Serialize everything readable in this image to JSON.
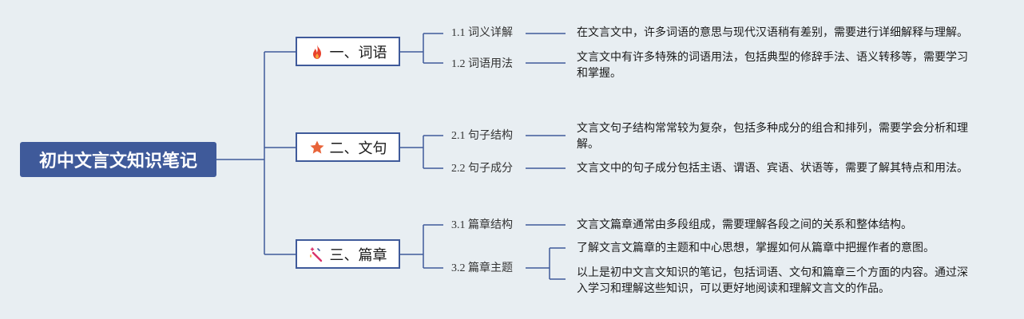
{
  "root": {
    "title": "初中文言文知识笔记"
  },
  "branches": [
    {
      "label": "一、词语",
      "icon": "fire-icon",
      "icon_color": "#e8412c",
      "subs": [
        {
          "label": "1.1 词义详解",
          "desc": [
            "在文言文中，许多词语的意思与现代汉语稍有差别，需要进行详细解释与理解。"
          ]
        },
        {
          "label": "1.2 词语用法",
          "desc": [
            "文言文中有许多特殊的词语用法，包括典型的修辞手法、语义转移等，需要学习和掌握。"
          ]
        }
      ]
    },
    {
      "label": "二、文句",
      "icon": "star-icon",
      "icon_color": "#e8643a",
      "subs": [
        {
          "label": "2.1 句子结构",
          "desc": [
            "文言文句子结构常常较为复杂，包括多种成分的组合和排列，需要学会分析和理解。"
          ]
        },
        {
          "label": "2.2 句子成分",
          "desc": [
            "文言文中的句子成分包括主语、谓语、宾语、状语等，需要了解其特点和用法。"
          ]
        }
      ]
    },
    {
      "label": "三、篇章",
      "icon": "magic-wand-icon",
      "icon_color": "#d9336a",
      "subs": [
        {
          "label": "3.1 篇章结构",
          "desc": [
            "文言文篇章通常由多段组成，需要理解各段之间的关系和整体结构。"
          ]
        },
        {
          "label": "3.2 篇章主题",
          "desc": [
            "了解文言文篇章的主题和中心思想，掌握如何从篇章中把握作者的意图。",
            "以上是初中文言文知识的笔记，包括词语、文句和篇章三个方面的内容。通过深入学习和理解这些知识，可以更好地阅读和理解文言文的作品。"
          ]
        }
      ]
    }
  ],
  "colors": {
    "line": "#3f5a9a",
    "root_bg": "#3f5a9a",
    "background": "#e8eef2"
  }
}
